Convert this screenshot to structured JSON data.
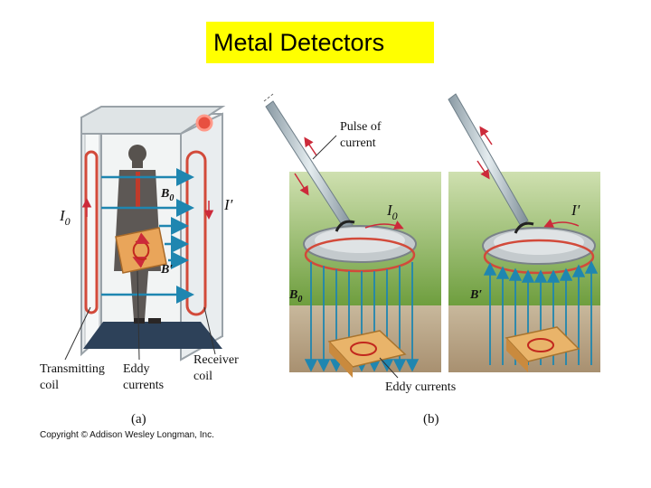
{
  "title": "Metal Detectors",
  "panel_a": {
    "caption": "(a)",
    "label_I0": "I",
    "label_I0_sub": "0",
    "label_Iprime": "I′",
    "label_B0": "B",
    "label_B0_sub": "0",
    "label_Bprime": "B′",
    "transmitting_coil_line1": "Transmitting",
    "transmitting_coil_line2": "coil",
    "eddy_currents_line1": "Eddy",
    "eddy_currents_line2": "currents",
    "receiver_coil_line1": "Receiver",
    "receiver_coil_line2": "coil"
  },
  "panel_b": {
    "caption": "(b)",
    "pulse_line1": "Pulse of",
    "pulse_line2": "current",
    "label_I0": "I",
    "label_I0_sub": "0",
    "label_Iprime": "I′",
    "label_B0": "B",
    "label_B0_sub": "0",
    "label_Bprime": "B′",
    "eddy_currents": "Eddy currents"
  },
  "copyright": "Copyright © Addison Wesley Longman, Inc.",
  "colors": {
    "title_bg": "#ffff00",
    "coil": "#d24a3a",
    "field": "#2a8fb8",
    "grass": "#7aa84a",
    "soil": "#b8a488",
    "box": "#e9b46a"
  }
}
